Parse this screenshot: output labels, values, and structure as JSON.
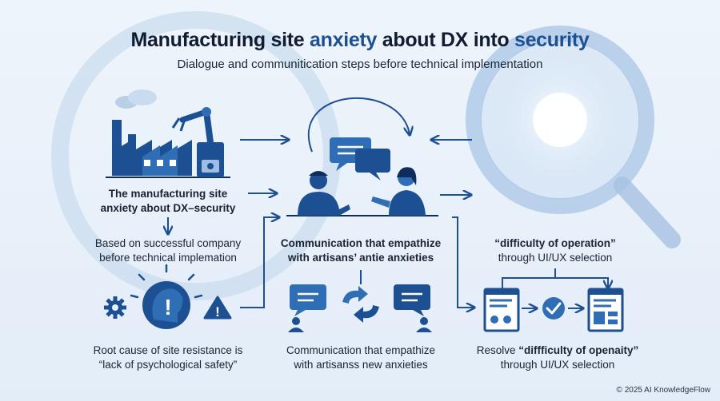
{
  "title": {
    "part1": "Manufacturing site ",
    "part2": "anxiety",
    "part3": " about DX into ",
    "part4": "security"
  },
  "subtitle": "Dialogue and communitication steps before technical implementation",
  "left": {
    "heading_line1": "The manufacturing site",
    "heading_line2": "anxiety about DX–security",
    "body_line1": "Based on successful company",
    "body_line2": "before technical implemation",
    "bottom_line1": "Root cause of site resistance is",
    "bottom_line2": "“lack of psychological safety”"
  },
  "center": {
    "heading_line1": "Communication that empathize",
    "heading_line2": "with artisans’ antie anxieties",
    "bottom_line1": "Communication that empathize",
    "bottom_line2": "with artisanss new anxieties"
  },
  "right": {
    "heading_line1": "“difficulty of operation”",
    "heading_line2": "through UI/UX selection",
    "bottom_prefix": "Resolve ",
    "bottom_bold": "“diffficulty of openaity”",
    "bottom_line2": "through UI/UX selection"
  },
  "icons": {
    "factory": "factory-icon",
    "robot_arm": "robot-arm-icon",
    "conversation": "conversation-icon",
    "gear": "gear-icon",
    "head": "head-exclamation-icon",
    "warning": "warning-icon",
    "chat_user_left": "chat-user-icon",
    "exchange": "exchange-arrows-icon",
    "chat_user_right": "chat-user-icon",
    "screen": "screen-icon",
    "check": "check-icon",
    "magnifier": "magnifier-icon"
  },
  "colors": {
    "dark_blue": "#1d4f93",
    "mid_blue": "#2f6db5",
    "light_blue": "#4e8fd6"
  },
  "copyright": "© 2025 AI KnowledgeFlow"
}
